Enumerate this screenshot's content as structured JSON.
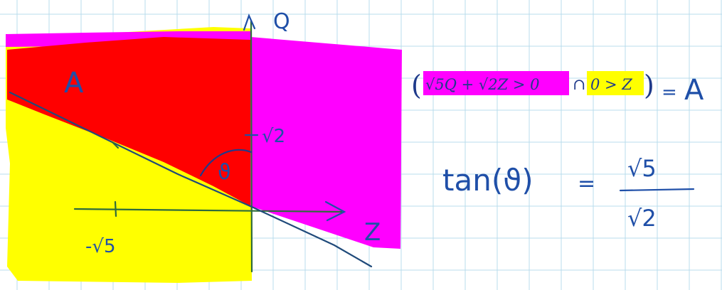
{
  "colors": {
    "grid": "#b9dcec",
    "yellow_region": "#ffff00",
    "magenta_region": "#ff00ff",
    "red_region": "#ff0000",
    "ink_blue": "#1f4fa8",
    "ink_green": "#2e6b3c",
    "formula_ink": "#1f3a8a"
  },
  "graph": {
    "region_label": "A",
    "angle_label": "ϑ",
    "y_axis_label": "Q",
    "x_axis_label": "Z",
    "y_tick_label": "√2",
    "x_tick_label": "-√5"
  },
  "formula": {
    "open_paren": "(",
    "term1": "√5Q + √2Z > 0",
    "intersect": "∩",
    "term2": "0 > Z",
    "close_paren": ")",
    "equals": "=",
    "result": "A"
  },
  "tan_eq": {
    "lhs": "tan(ϑ)",
    "equals": "=",
    "numerator": "√5",
    "denominator": "√2"
  }
}
